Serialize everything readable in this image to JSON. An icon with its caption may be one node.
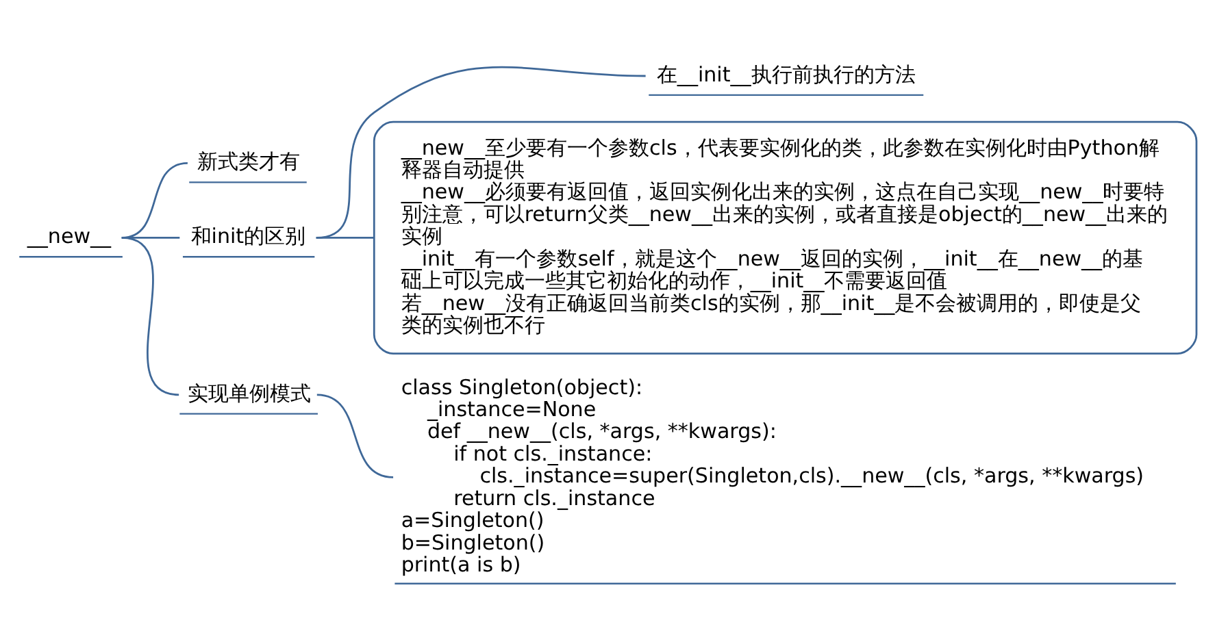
{
  "diagram": {
    "nodes": [
      {
        "text": [
          "__new__"
        ]
      },
      {
        "text": [
          "新式类才有"
        ]
      },
      {
        "text": [
          "和init的区别"
        ]
      },
      {
        "text": [
          "在__init__执行前执行的方法"
        ]
      },
      {
        "text": [
          "__new__至少要有一个参数cls，代表要实例化的类，此参数在实例化时由Python解释器自动提供",
          "__new__必须要有返回值，返回实例化出来的实例，这点在自己实现__new__时要特别注意，可以return父类__new__出来的实例，或者直接是object的__new__出来的实例",
          "__init__有一个参数self，就是这个__new__返回的实例，__init__在__new__的基础上可以完成一些其它初始化的动作，__init__不需要返回值",
          "若__new__没有正确返回当前类cls的实例，那__init__是不会被调用的，即使是父类的实例也不行"
        ]
      },
      {
        "text": [
          "实现单例模式"
        ]
      },
      {
        "text": [
          "class Singleton(object):",
          "    _instance=None",
          "    def __new__(cls, *args, **kwargs):",
          "        if not cls._instance:",
          "            cls._instance=super(Singleton,cls).__new__(cls, *args, **kwargs)",
          "        return cls._instance",
          "a=Singleton()",
          "b=Singleton()",
          "print(a is b)"
        ]
      }
    ],
    "edges": [
      {
        "from": 0,
        "to": 1,
        "arrow": "none"
      },
      {
        "from": 0,
        "to": 2,
        "arrow": "none"
      },
      {
        "from": 0,
        "to": 5,
        "arrow": "none"
      },
      {
        "from": 2,
        "to": 3,
        "arrow": "none"
      },
      {
        "from": 2,
        "to": 4,
        "arrow": "none"
      },
      {
        "from": 5,
        "to": 6,
        "arrow": "none"
      }
    ]
  }
}
